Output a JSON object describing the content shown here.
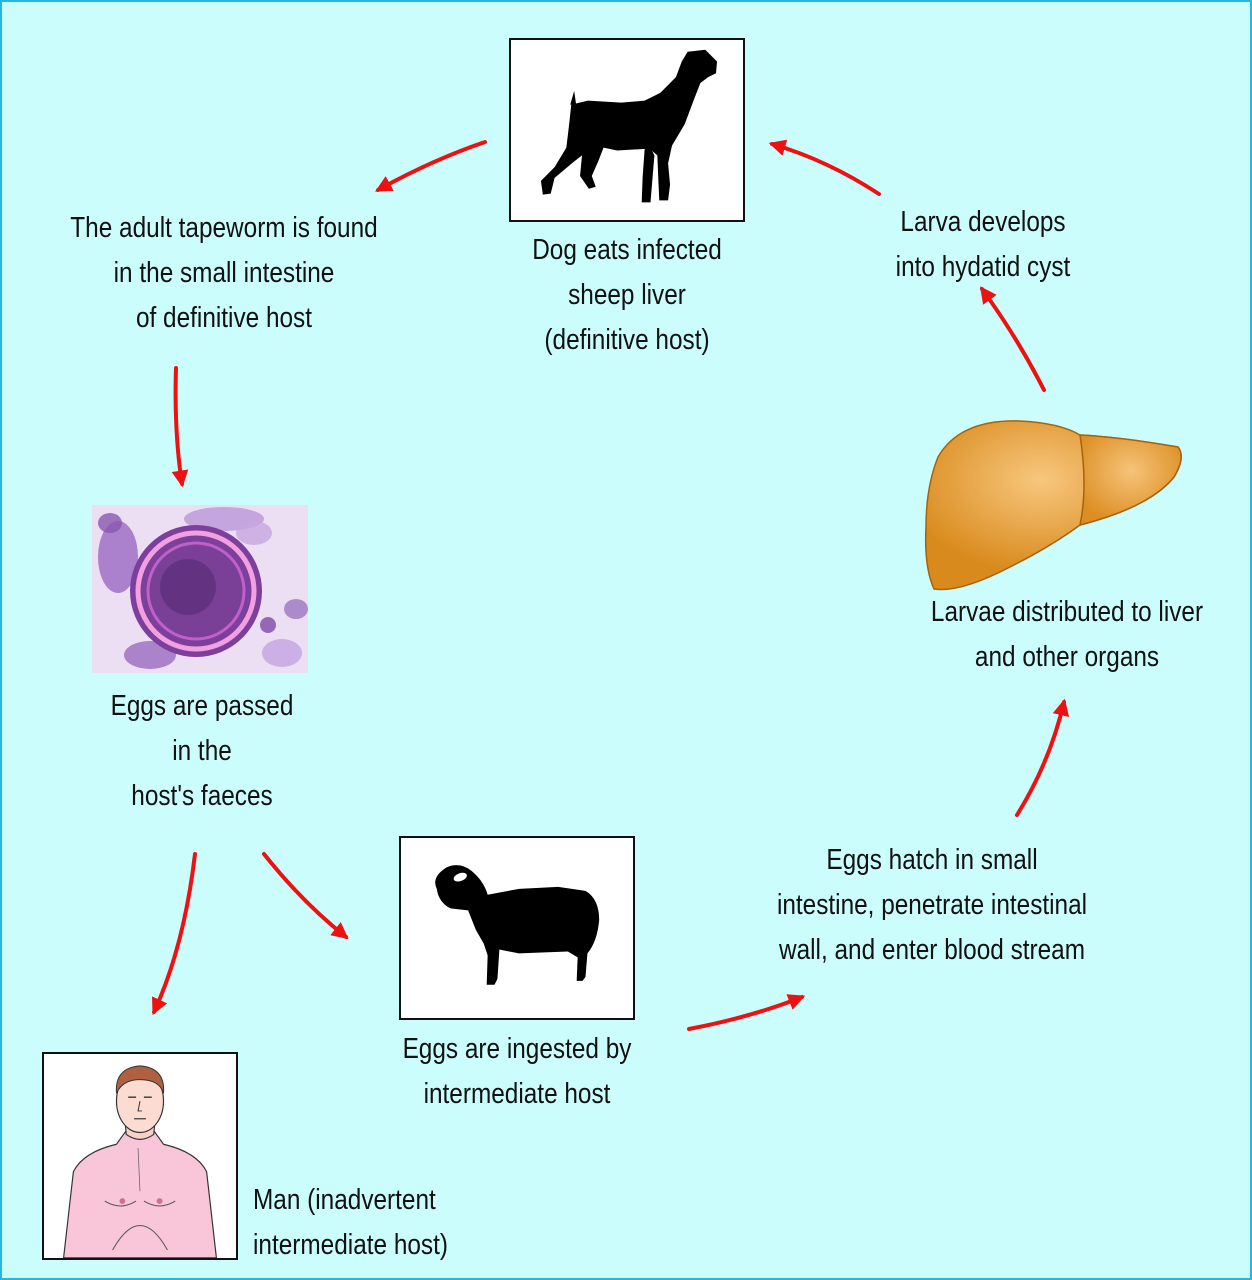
{
  "labels": {
    "dog": [
      "Dog eats infected",
      "sheep liver",
      "(definitive host)"
    ],
    "adult": [
      "The adult tapeworm is found",
      "in the small intestine",
      "of definitive host"
    ],
    "eggs_passed": [
      "Eggs are passed",
      "in the",
      "host's faeces"
    ],
    "ingested": [
      "Eggs are ingested by",
      "intermediate host"
    ],
    "man": [
      "Man (inadvertent",
      "intermediate host)"
    ],
    "hatch": [
      "Eggs hatch in small",
      "intestine, penetrate intestinal",
      "wall, and enter blood stream"
    ],
    "distributed": [
      "Larvae distributed to liver",
      "and other organs"
    ],
    "cyst": [
      "Larva develops",
      "into hydatid cyst"
    ]
  },
  "icons": {
    "dog": "dog-silhouette-icon",
    "sheep": "sheep-silhouette-icon",
    "liver": "liver-icon",
    "egg": "egg-micrograph-icon",
    "man": "man-torso-icon"
  },
  "colors": {
    "background": "#cbfdfd",
    "arrow": "#ee1111",
    "liver": "#de8d20"
  }
}
